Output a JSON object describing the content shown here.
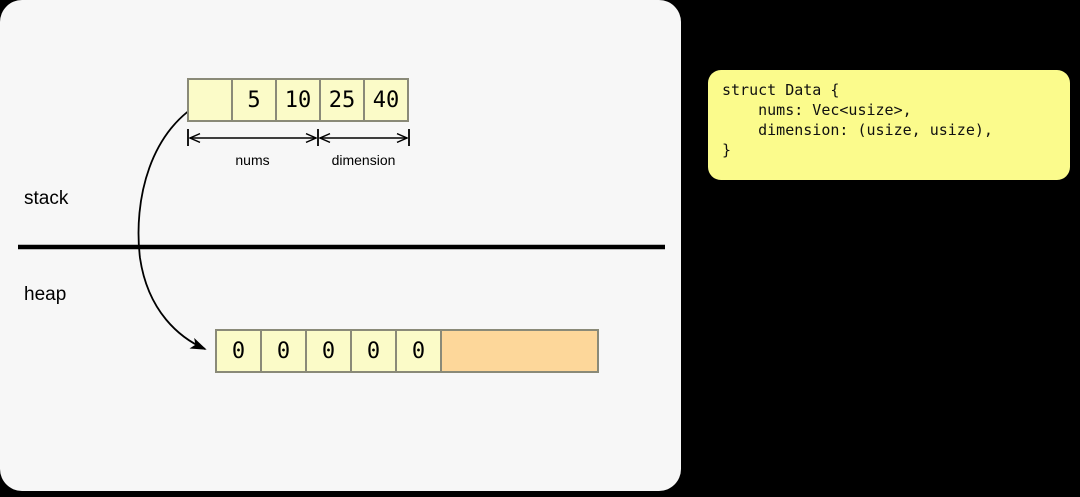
{
  "diagram": {
    "title": "rust-vec-stack-heap-layout",
    "regions": {
      "stack_label": "stack",
      "heap_label": "heap"
    },
    "stack_struct": {
      "cells": [
        {
          "name": "pointer-cell",
          "value": ""
        },
        {
          "name": "len-cell",
          "value": "5"
        },
        {
          "name": "cap-cell",
          "value": "10"
        },
        {
          "name": "dim-x-cell",
          "value": "25"
        },
        {
          "name": "dim-y-cell",
          "value": "40"
        }
      ]
    },
    "brackets": [
      {
        "name": "nums",
        "label": "nums"
      },
      {
        "name": "dimension",
        "label": "dimension"
      }
    ],
    "heap_vector": {
      "cells": [
        "0",
        "0",
        "0",
        "0",
        "0"
      ],
      "spare_capacity_label": ""
    },
    "colors": {
      "panel_background": "#f7f7f7",
      "page_background": "#000000",
      "cell_fill": "#fbfbc8",
      "cell_border": "#8a8a78",
      "spare_capacity_fill": "#fdd79a",
      "code_box_fill": "#fbfb8c",
      "ink": "#000000"
    }
  },
  "code_box": {
    "language": "rust",
    "text": "struct Data {\n    nums: Vec<usize>,\n    dimension: (usize, usize),\n}"
  }
}
